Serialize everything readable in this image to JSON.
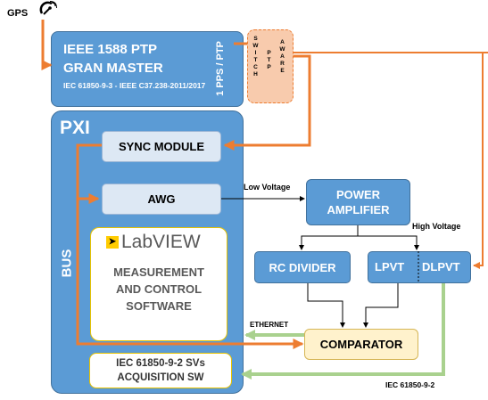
{
  "gps": {
    "label": "GPS",
    "icon": "satellite-dish-icon"
  },
  "grandmaster": {
    "title_line1": "IEEE 1588 PTP",
    "title_line2": "GRAN MASTER",
    "standards": "IEC 61850-9-3 - IEEE C37.238-2011/2017",
    "pps_label": "1 PPS / PTP"
  },
  "switch": {
    "col1": [
      "S",
      "W",
      "I",
      "T",
      "C",
      "H"
    ],
    "col2": [
      "P",
      "T",
      "P"
    ],
    "col3": [
      "A",
      "W",
      "A",
      "R",
      "E"
    ]
  },
  "pxi": {
    "title": "PXI",
    "bus_label": "BUS",
    "sync_module": "SYNC MODULE",
    "awg": "AWG",
    "labview_logo": "LabVIEW",
    "software_lines": [
      "MEASUREMENT",
      "AND CONTROL",
      "SOFTWARE"
    ],
    "iec_sv_lines": [
      "IEC 61850-9-2 SVs",
      "ACQUISITION SW"
    ]
  },
  "power_amplifier": {
    "lines": [
      "POWER",
      "AMPLIFIER"
    ]
  },
  "rc_divider": "RC DIVIDER",
  "lpvt": "LPVT",
  "dlpvt": "DLPVT",
  "comparator": "COMPARATOR",
  "labels": {
    "low_voltage": "Low Voltage",
    "high_voltage": "High Voltage",
    "ethernet": "ETHERNET",
    "iec_bottom": "IEC 61850-9-2"
  },
  "colors": {
    "block_blue": "#5b9bd5",
    "sync_orange": "#ed7d31",
    "sv_green": "#a9d18e",
    "comparator_fill": "#fff2cc",
    "labview_border": "#e6c200"
  }
}
